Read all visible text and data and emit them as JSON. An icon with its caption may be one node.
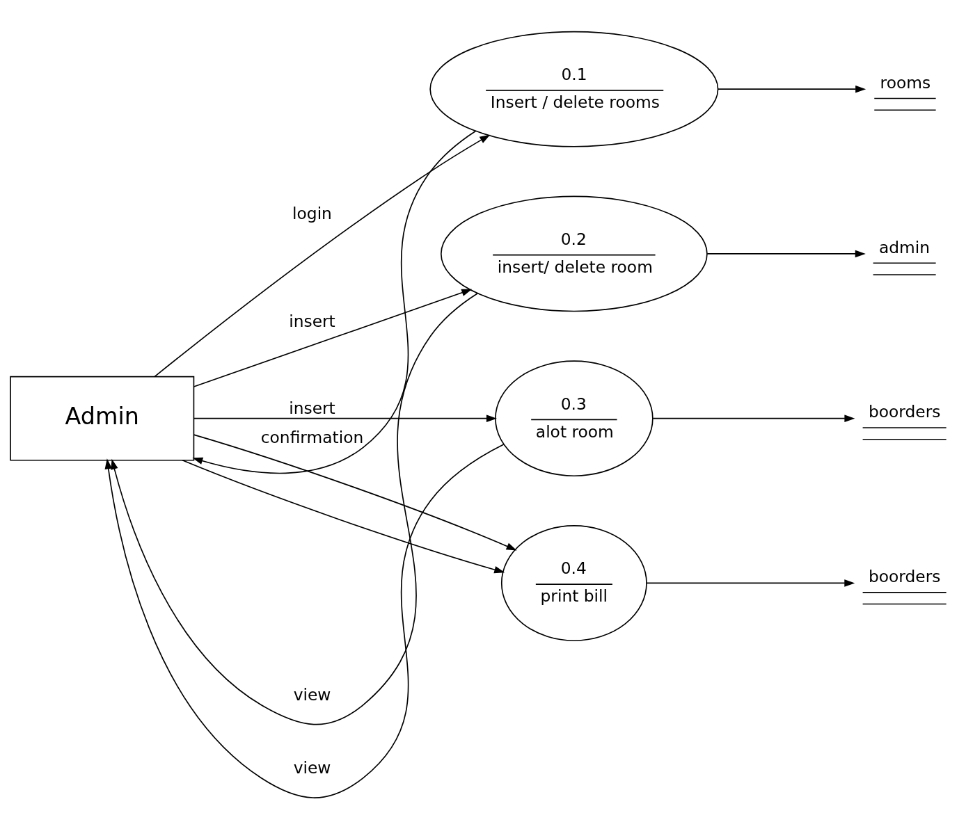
{
  "diagram": {
    "nodes": [
      {
        "text": [
          "Admin"
        ]
      },
      {
        "text": [
          "0.1",
          "Insert / delete rooms"
        ]
      },
      {
        "text": [
          "0.2",
          "insert/ delete room"
        ]
      },
      {
        "text": [
          "0.3",
          "alot room"
        ]
      },
      {
        "text": [
          "0.4",
          "print bill"
        ]
      },
      {
        "text": [
          "rooms"
        ]
      },
      {
        "text": [
          "admin"
        ]
      },
      {
        "text": [
          "boorders"
        ]
      },
      {
        "text": [
          "boorders"
        ]
      }
    ],
    "edges": [
      {
        "from": 0,
        "to": 1,
        "arrow": "to",
        "label": "login"
      },
      {
        "from": 1,
        "to": 0,
        "arrow": "to",
        "label": "confirmation"
      },
      {
        "from": 0,
        "to": 2,
        "arrow": "to",
        "label": "insert"
      },
      {
        "from": 2,
        "to": 0,
        "arrow": "to",
        "label": "view"
      },
      {
        "from": 0,
        "to": 3,
        "arrow": "to",
        "label": "insert"
      },
      {
        "from": 3,
        "to": 0,
        "arrow": "to",
        "label": "view"
      },
      {
        "from": 0,
        "to": 4,
        "arrow": "to"
      },
      {
        "from": 0,
        "to": 4,
        "arrow": "to"
      },
      {
        "from": 1,
        "to": 5,
        "arrow": "to"
      },
      {
        "from": 2,
        "to": 6,
        "arrow": "to"
      },
      {
        "from": 3,
        "to": 7,
        "arrow": "to"
      },
      {
        "from": 4,
        "to": 8,
        "arrow": "to"
      }
    ]
  }
}
